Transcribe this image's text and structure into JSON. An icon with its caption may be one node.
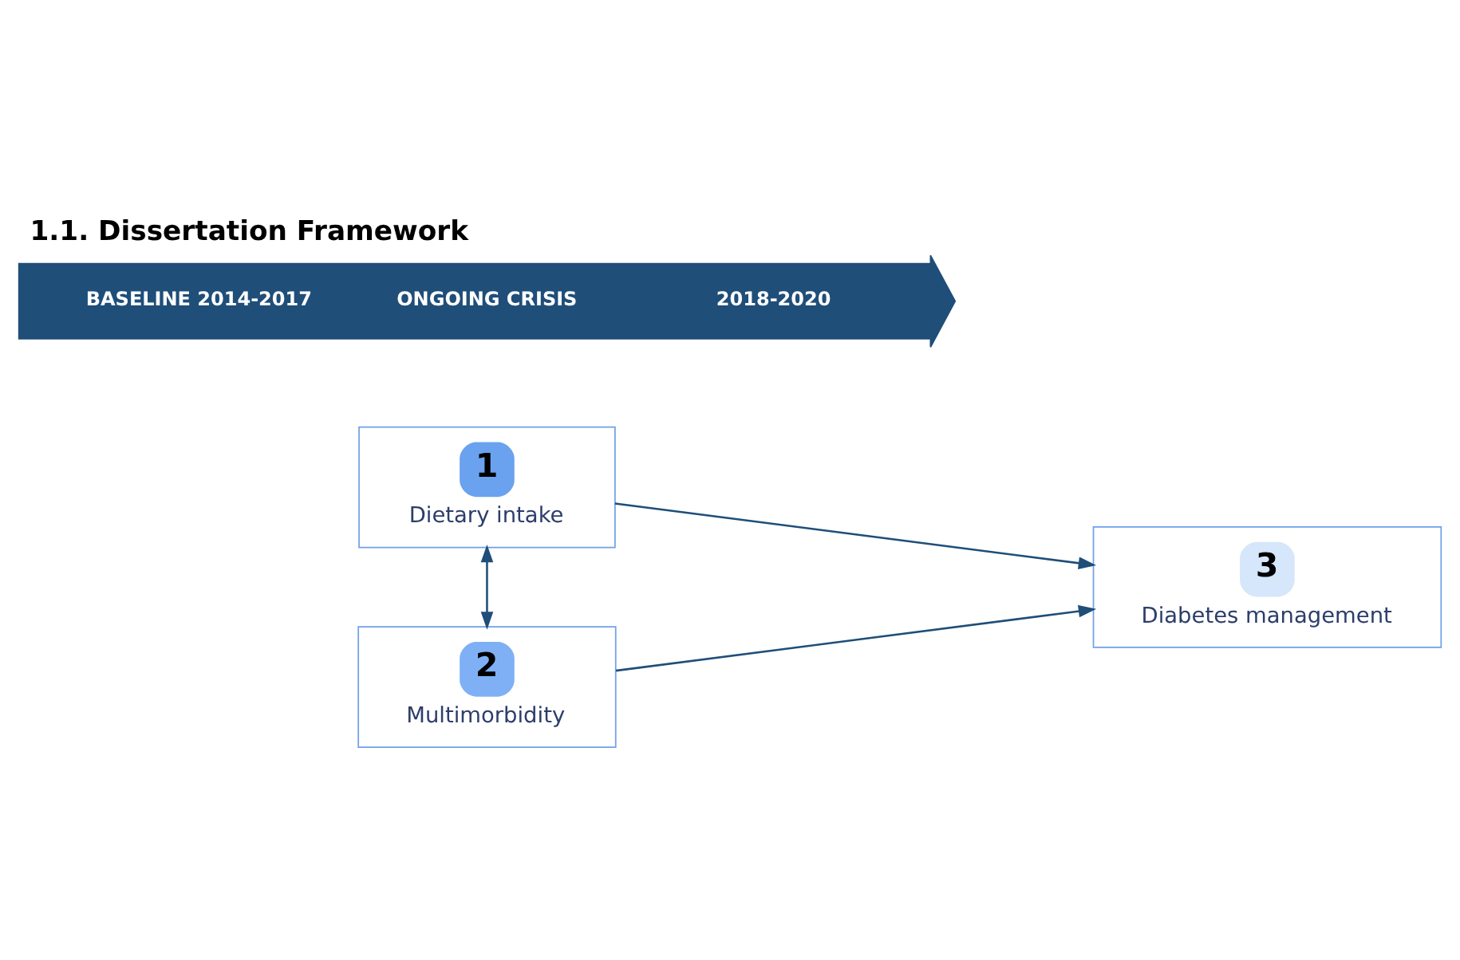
{
  "diagram": {
    "title": "1.1. Dissertation Framework",
    "nodes": [
      {
        "text": [
          "1",
          "Dietary intake"
        ]
      },
      {
        "text": [
          "2",
          "Multimorbidity"
        ]
      },
      {
        "text": [
          "3",
          "Diabetes management"
        ]
      },
      {
        "text": [
          "BASELINE 2014-2017",
          "ONGOING CRISIS",
          "2018-2020"
        ]
      }
    ],
    "edges": [
      {
        "from": 0,
        "to": 1,
        "arrow": "both"
      },
      {
        "from": 0,
        "to": 2,
        "arrow": "to"
      },
      {
        "from": 1,
        "to": 2,
        "arrow": "to"
      }
    ]
  }
}
